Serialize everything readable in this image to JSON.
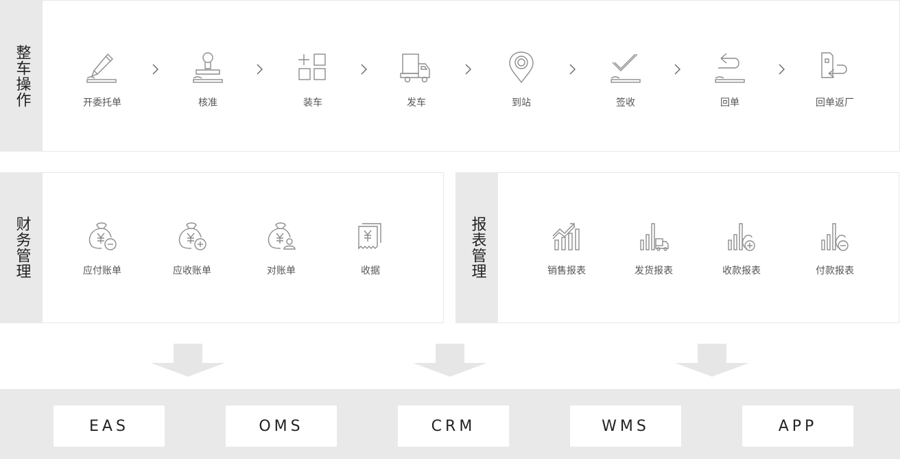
{
  "sections": {
    "truck_ops": {
      "label": "整车操作",
      "steps": [
        {
          "label": "开委托单",
          "icon": "pen-signature-icon"
        },
        {
          "label": "核准",
          "icon": "stamp-icon"
        },
        {
          "label": "装车",
          "icon": "grid-add-icon"
        },
        {
          "label": "发车",
          "icon": "truck-icon"
        },
        {
          "label": "到站",
          "icon": "location-pin-icon"
        },
        {
          "label": "签收",
          "icon": "check-sign-icon"
        },
        {
          "label": "回单",
          "icon": "return-arrow-icon"
        },
        {
          "label": "回单返厂",
          "icon": "return-factory-icon"
        }
      ]
    },
    "finance": {
      "label": "财务管理",
      "items": [
        {
          "label": "应付账单",
          "icon": "money-bag-minus-icon"
        },
        {
          "label": "应收账单",
          "icon": "money-bag-plus-icon"
        },
        {
          "label": "对账单",
          "icon": "money-bag-user-icon"
        },
        {
          "label": "收据",
          "icon": "receipt-icon"
        }
      ]
    },
    "reports": {
      "label": "报表管理",
      "items": [
        {
          "label": "销售报表",
          "icon": "sales-chart-icon"
        },
        {
          "label": "发货报表",
          "icon": "shipping-chart-icon"
        },
        {
          "label": "收款报表",
          "icon": "collection-chart-icon"
        },
        {
          "label": "付款报表",
          "icon": "payment-chart-icon"
        }
      ]
    }
  },
  "systems": [
    "EAS",
    "OMS",
    "CRM",
    "WMS",
    "APP"
  ],
  "colors": {
    "icon_stroke": "#8c8c8c",
    "label_bg": "#e9e9e9",
    "arrow": "#e6e6e6"
  }
}
